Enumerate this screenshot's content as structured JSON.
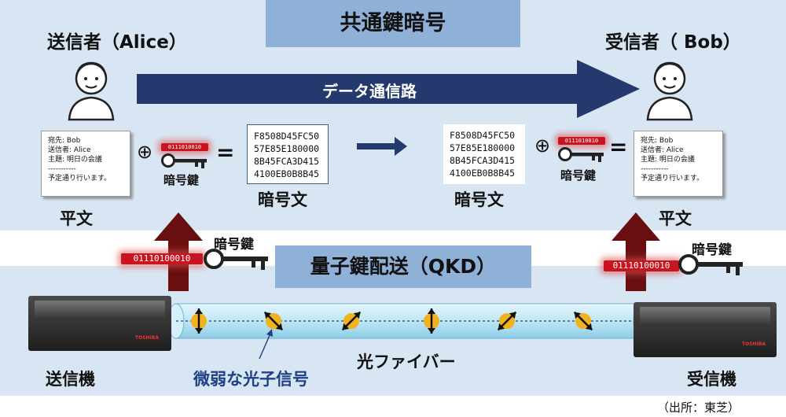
{
  "colors": {
    "band": "#d8e6f3",
    "title_box": "#8fb1d8",
    "arrow_navy": "#243a6e",
    "arrow_red": "#6a0f10",
    "bits_red": "#c8141e",
    "photon": "#f2b21e",
    "fiber": "#bfe6f5",
    "accent_text": "#1f3f86"
  },
  "top": {
    "title": "共通鍵暗号",
    "channel_label": "データ通信路",
    "sender_label": "送信者（Alice）",
    "receiver_label": "受信者（ Bob）",
    "plain_doc": {
      "lines": [
        "宛先: Bob",
        "送信者: Alice",
        "主題: 明日の会議",
        "-----------",
        "予定通り行います。"
      ]
    },
    "plus_symbol": "⊕",
    "equals_symbol": "=",
    "key_bits": "0111010010",
    "key_label": "暗号鍵",
    "ciphertext": [
      "F8508D45FC50",
      "57E85E180000",
      "8B45FCA3D415",
      "4100EB0B8B45"
    ],
    "ciphertext_label": "暗号文",
    "plaintext_label": "平文"
  },
  "bottom": {
    "title": "量子鍵配送（QKD）",
    "key_bits": "01110100010",
    "key_label": "暗号鍵",
    "sender_device": "送信機",
    "receiver_device": "受信機",
    "fiber_label": "光ファイバー",
    "photon_label": "微弱な光子信号",
    "server_brand": "TOSHIBA",
    "photons": [
      {
        "pol_deg": 90
      },
      {
        "pol_deg": -45
      },
      {
        "pol_deg": 45
      },
      {
        "pol_deg": 90
      },
      {
        "pol_deg": 45
      },
      {
        "pol_deg": -45
      }
    ]
  },
  "source": "（出所：東芝）"
}
